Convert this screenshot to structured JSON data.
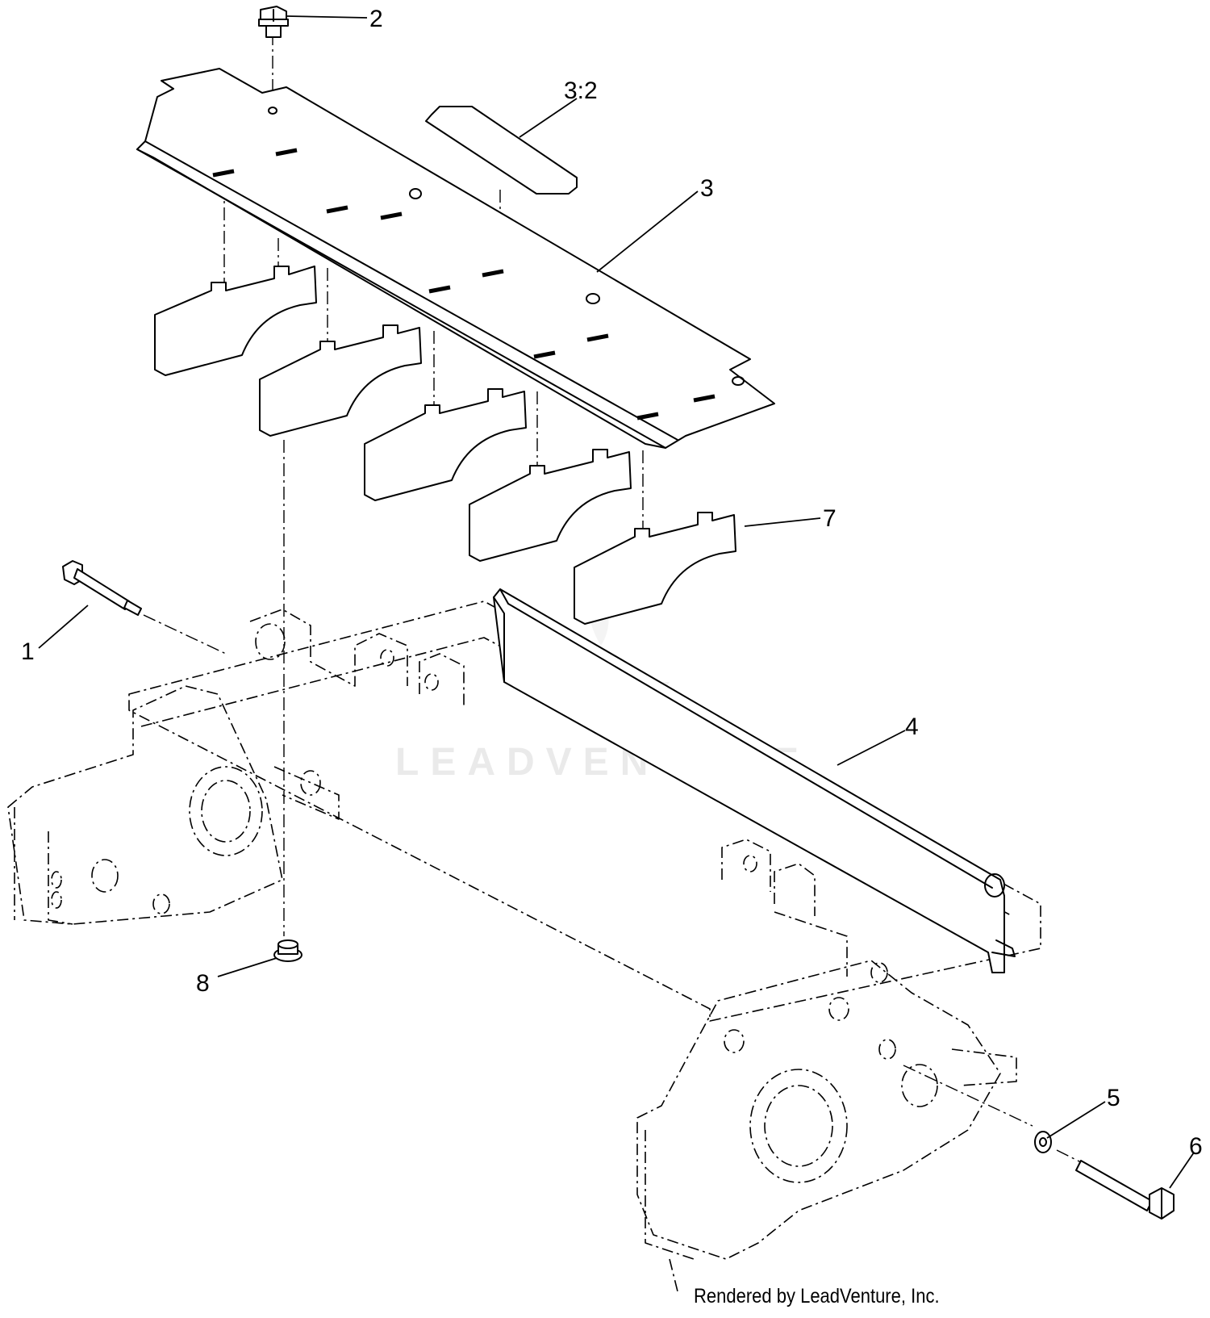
{
  "callouts": {
    "c1": "1",
    "c2": "2",
    "c3": "3",
    "c3_2": "3:2",
    "c4": "4",
    "c5": "5",
    "c6": "6",
    "c7": "7",
    "c8": "8"
  },
  "watermark": "LEADVENTURE",
  "credit": "Rendered by LeadVenture, Inc."
}
